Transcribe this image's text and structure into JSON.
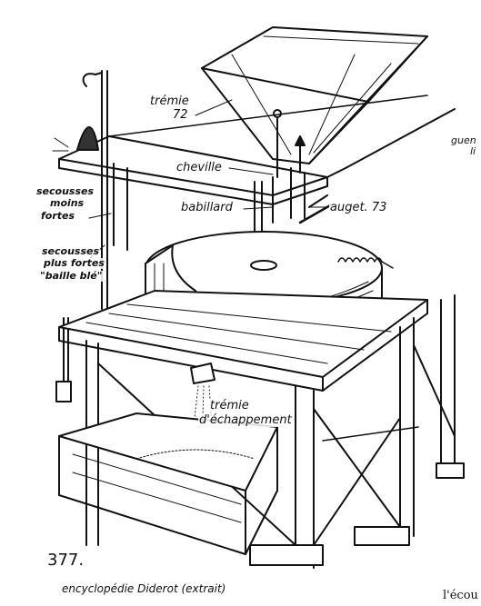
{
  "labels": {
    "tremie": "trémie",
    "tremie_num": "72",
    "cheville": "cheville",
    "babillard": "babillard",
    "auget": "auget. 73",
    "secousses_moins": "secousses",
    "secousses_moins_2": "moins",
    "secousses_moins_3": "fortes",
    "secousses_plus": "secousses",
    "secousses_plus_2": "plus fortes",
    "secousses_plus_3": "\"baille blé\"",
    "tremie_echappement": "trémie",
    "tremie_echappement_2": "d'échappement"
  },
  "figure_number": "377.",
  "caption": "encyclopédie Diderot (extrait)",
  "cutoff_text": {
    "right_top": "guen",
    "right_top_2": "li",
    "bottom_right": "l'écou"
  },
  "colors": {
    "ink": "#111111",
    "paper": "#ffffff"
  }
}
